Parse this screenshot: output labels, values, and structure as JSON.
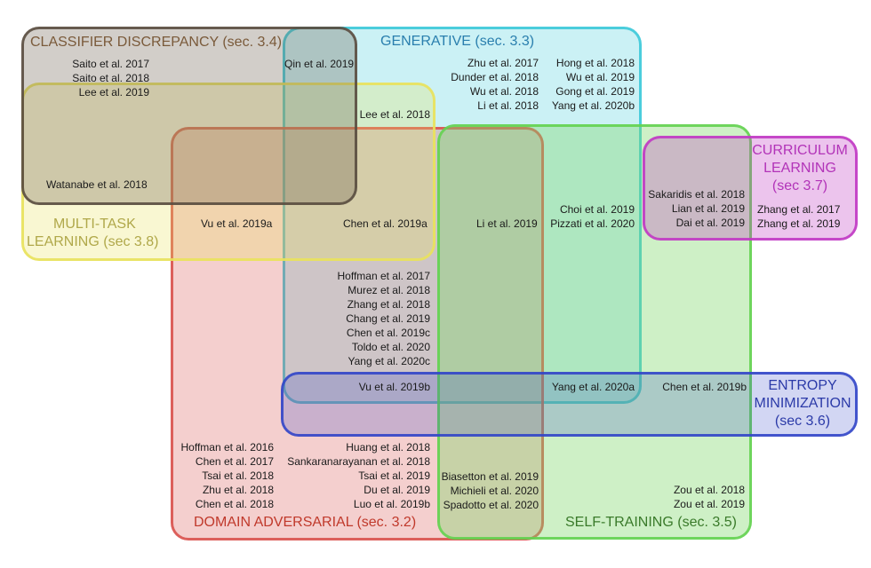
{
  "colors": {
    "generative": "#35c8d8",
    "classifier": "#6b5c4c",
    "multitask": "#e9e25c",
    "domain": "#d9534f",
    "selftraining": "#7fd86a",
    "curriculum": "#c13ac4",
    "entropy": "#3246c8"
  },
  "titles": {
    "classifier": "CLASSIFIER DISCREPANCY (sec. 3.4)",
    "generative": "GENERATIVE (sec. 3.3)",
    "curriculum_l1": "CURRICULUM",
    "curriculum_l2": "LEARNING",
    "curriculum_l3": "(sec 3.7)",
    "multitask_l1": "MULTI-TASK",
    "multitask_l2": "LEARNING (sec 3.8)",
    "entropy_l1": "ENTROPY",
    "entropy_l2": "MINIMIZATION",
    "entropy_l3": "(sec 3.6)",
    "domain": "DOMAIN ADVERSARIAL (sec. 3.2)",
    "selftraining": "SELF-TRAINING (sec. 3.5)"
  },
  "refs": {
    "cd_only": [
      "Saito et al. 2017",
      "Saito et al. 2018",
      "Lee et al. 2019"
    ],
    "cd_gen": "Qin et al. 2019",
    "cd_mt": "Watanabe et al. 2018",
    "gen_mt": "Lee et al. 2018",
    "gen_col1": [
      "Zhu et al. 2017",
      "Dunder et al. 2018",
      "Wu et al. 2018",
      "Li et al. 2018"
    ],
    "gen_col2": [
      "Hong et al. 2018",
      "Wu et al. 2019",
      "Gong et al. 2019",
      "Yang et al. 2020b"
    ],
    "mt_da": "Vu et al. 2019a",
    "mt_gen_da": "Chen et al. 2019a",
    "gen_da_st": "Li et al. 2019",
    "gen_st": [
      "Choi et al. 2019",
      "Pizzati et al. 2020"
    ],
    "cur_st": [
      "Sakaridis et al. 2018",
      "Lian et al. 2019",
      "Dai et al. 2019"
    ],
    "cur_only": [
      "Zhang et al. 2017",
      "Zhang et al. 2019"
    ],
    "gen_da": [
      "Hoffman et al. 2017",
      "Murez et al. 2018",
      "Zhang et al. 2018",
      "Chang et al. 2019",
      "Chen et al. 2019c",
      "Toldo et al. 2020",
      "Yang et al. 2020c"
    ],
    "gen_da_ent": "Vu et al. 2019b",
    "gen_st_ent": "Yang et al. 2020a",
    "st_ent": "Chen et al. 2019b",
    "da_only": [
      "Hoffman et al. 2016",
      "Chen et al. 2017",
      "Tsai et al. 2018",
      "Zhu et al. 2018",
      "Chen et al. 2018"
    ],
    "da_col2": [
      "Huang et al. 2018",
      "Sankaranarayanan et al. 2018",
      "Tsai et al. 2019",
      "Du et al. 2019",
      "Luo et al. 2019b"
    ],
    "da_st": [
      "Biasetton et al. 2019",
      "Michieli et al. 2020",
      "Spadotto et al. 2020"
    ],
    "st_only": [
      "Zou et al. 2018",
      "Zou et al. 2019"
    ]
  }
}
